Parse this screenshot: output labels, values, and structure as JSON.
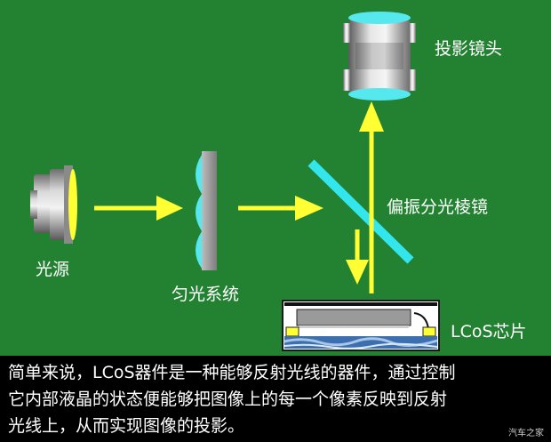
{
  "labels": {
    "projection_lens": "投影镜头",
    "light_source": "光源",
    "homogenizer": "匀光系统",
    "pbs": "偏振分光棱镜",
    "lcos_chip": "LCoS芯片"
  },
  "caption": {
    "line1": "简单来说，LCoS器件是一种能够反射光线的器件，通过控制",
    "line2": "它内部液晶的状态便能够把图像上的每一个像素反映到反射",
    "line3": "光线上，从而实现图像的投影。"
  },
  "watermark": "汽车之家",
  "colors": {
    "background": "#238232",
    "arrow": "#ffff33",
    "prism": "#33e6ee",
    "lens_edge": "#55e8ee",
    "caption_bg": "#000000"
  }
}
